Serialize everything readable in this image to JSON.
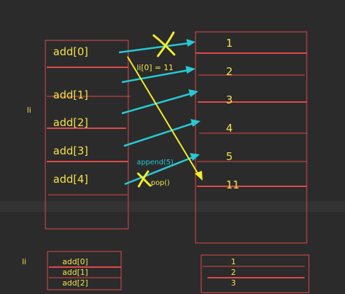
{
  "colors": {
    "background": "#2b2b2b",
    "band": "#333333",
    "box_border": "#e04a4a",
    "text": "#f4e24c",
    "cyan": "#27c9d6",
    "yellow": "#f2ee2a"
  },
  "main": {
    "label_li": "li",
    "left_cells": [
      "add[0]",
      "add[1]",
      "add[2]",
      "add[3]",
      "add[4]"
    ],
    "right_cells": [
      "1",
      "2",
      "3",
      "4",
      "5",
      "11"
    ],
    "annotation_assign": "li[0] = 11",
    "annotation_append": "append(5)",
    "annotation_pop": "pop()"
  },
  "bottom": {
    "label_li": "li",
    "left_cells": [
      "add[0]",
      "add[1]",
      "add[2]"
    ],
    "right_cells": [
      "1",
      "2",
      "3"
    ]
  }
}
